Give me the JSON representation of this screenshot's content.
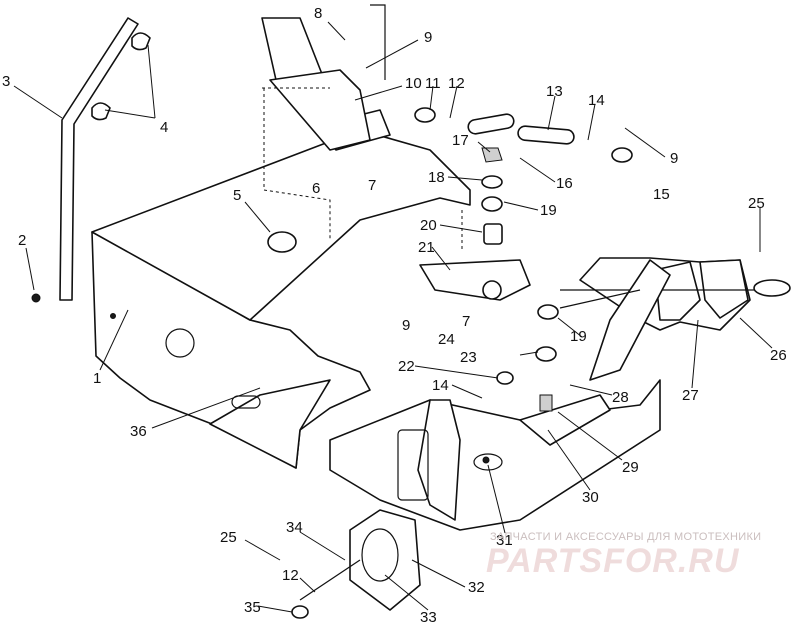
{
  "callouts": [
    "1",
    "2",
    "3",
    "4",
    "5",
    "6",
    "7",
    "7",
    "8",
    "9",
    "9",
    "9",
    "10",
    "11",
    "12",
    "12",
    "13",
    "14",
    "14",
    "15",
    "16",
    "17",
    "18",
    "19",
    "19",
    "20",
    "21",
    "22",
    "23",
    "24",
    "25",
    "25",
    "26",
    "27",
    "28",
    "29",
    "30",
    "31",
    "32",
    "33",
    "34",
    "35",
    "36"
  ],
  "watermark": {
    "subtitle": "ЗАПЧАСТИ И АКСЕССУАРЫ ДЛЯ МОТОТЕХНИКИ",
    "logo": "PARTSFOR.RU"
  }
}
